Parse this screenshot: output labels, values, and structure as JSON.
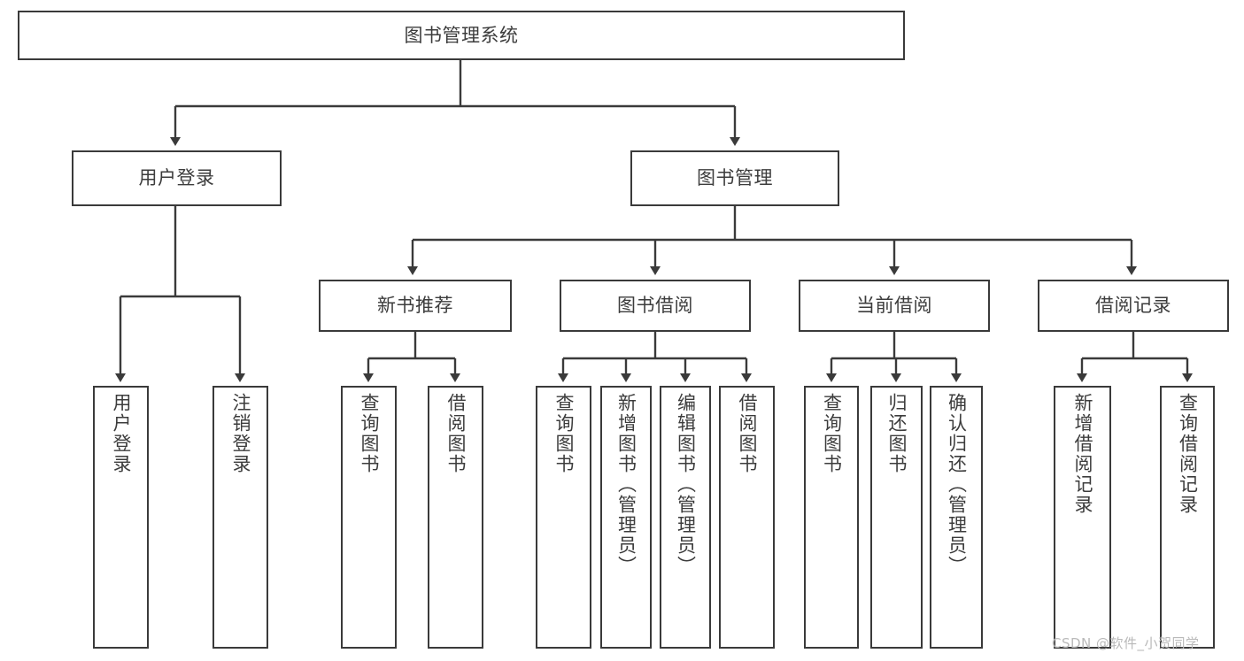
{
  "diagram": {
    "title": "图书管理系统",
    "type": "hierarchy-tree",
    "levels": 4,
    "root": {
      "id": "root",
      "label": "图书管理系统",
      "orientation": "horizontal"
    },
    "level2": [
      {
        "id": "user-login",
        "label": "用户登录",
        "orientation": "horizontal"
      },
      {
        "id": "book-management",
        "label": "图书管理",
        "orientation": "horizontal"
      }
    ],
    "level3": [
      {
        "id": "new-book-recommend",
        "label": "新书推荐",
        "orientation": "horizontal",
        "parent": "book-management"
      },
      {
        "id": "book-borrow",
        "label": "图书借阅",
        "orientation": "horizontal",
        "parent": "book-management"
      },
      {
        "id": "current-borrow",
        "label": "当前借阅",
        "orientation": "horizontal",
        "parent": "book-management"
      },
      {
        "id": "borrow-record",
        "label": "借阅记录",
        "orientation": "horizontal",
        "parent": "book-management"
      }
    ],
    "leaves": [
      {
        "id": "leaf-user-login",
        "label": "用户登录",
        "parent": "user-login"
      },
      {
        "id": "leaf-logout-login",
        "label": "注销登录",
        "parent": "user-login"
      },
      {
        "id": "leaf-query-book-1",
        "label": "查询图书",
        "parent": "new-book-recommend"
      },
      {
        "id": "leaf-borrow-book-1",
        "label": "借阅图书",
        "parent": "new-book-recommend"
      },
      {
        "id": "leaf-query-book-2",
        "label": "查询图书",
        "parent": "book-borrow"
      },
      {
        "id": "leaf-add-book",
        "label": "新增图书（管理员）",
        "parent": "book-borrow"
      },
      {
        "id": "leaf-edit-book",
        "label": "编辑图书（管理员）",
        "parent": "book-borrow"
      },
      {
        "id": "leaf-borrow-book-2",
        "label": "借阅图书",
        "parent": "book-borrow"
      },
      {
        "id": "leaf-query-book-3",
        "label": "查询图书",
        "parent": "current-borrow"
      },
      {
        "id": "leaf-return-book",
        "label": "归还图书",
        "parent": "current-borrow"
      },
      {
        "id": "leaf-confirm-return",
        "label": "确认归还（管理员）",
        "parent": "current-borrow"
      },
      {
        "id": "leaf-add-record",
        "label": "新增借阅记录",
        "parent": "borrow-record"
      },
      {
        "id": "leaf-query-record",
        "label": "查询借阅记录",
        "parent": "borrow-record"
      }
    ],
    "colors": {
      "stroke": "#3a3a3a",
      "text": "#3c3c3c",
      "background": "#ffffff",
      "watermark": "#b9b9b9"
    }
  },
  "watermark": {
    "text": "CSDN @软件_小贺同学"
  }
}
